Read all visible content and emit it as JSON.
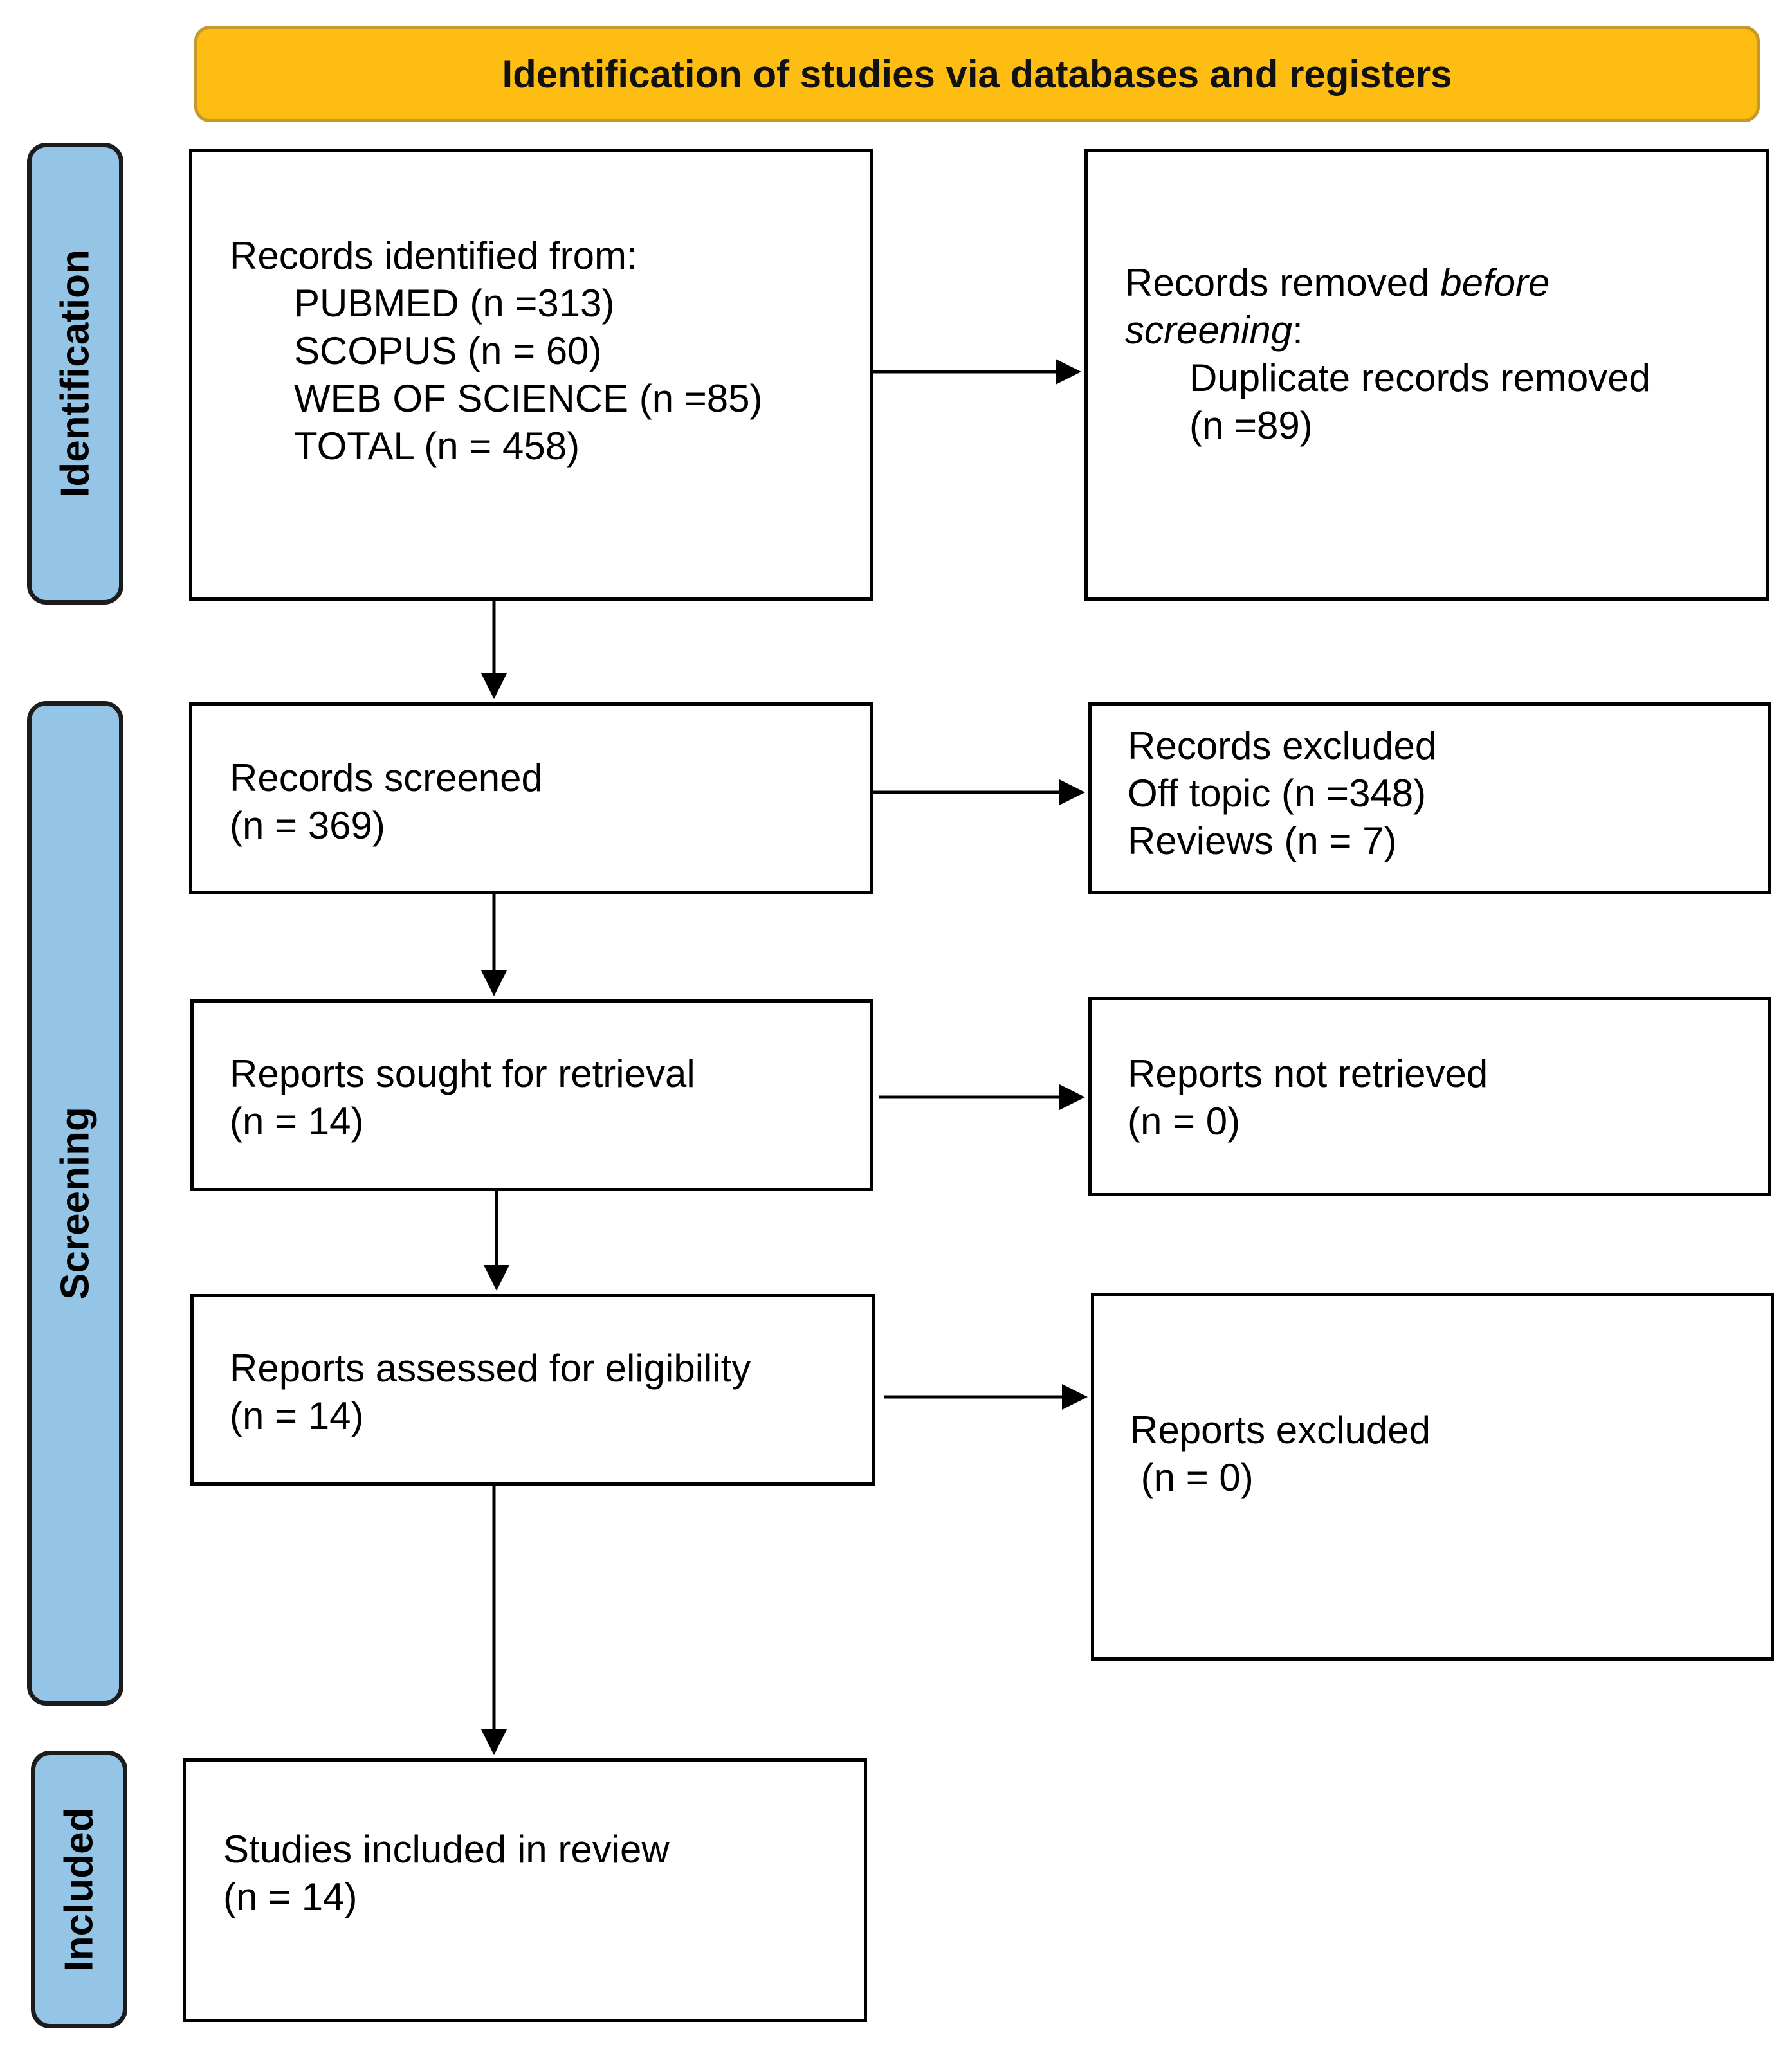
{
  "header": {
    "title": "Identification of studies via databases and registers"
  },
  "phases": {
    "identification": "Identification",
    "screening": "Screening",
    "included": "Included"
  },
  "boxes": {
    "records_identified": {
      "heading": "Records identified from:",
      "lines": [
        "PUBMED (n =313)",
        "SCOPUS (n = 60)",
        "WEB OF SCIENCE (n =85)",
        "TOTAL (n = 458)"
      ]
    },
    "records_removed": {
      "heading_part1": "Records removed ",
      "heading_italic": "before",
      "heading_line2_italic": "screening",
      "heading_line2_rest": ":",
      "lines": [
        "Duplicate records removed",
        "(n =89)"
      ]
    },
    "records_screened": {
      "lines": [
        "Records screened",
        "(n = 369)"
      ]
    },
    "records_excluded": {
      "lines": [
        "Records excluded",
        "Off topic (n =348)",
        "Reviews (n = 7)"
      ]
    },
    "reports_sought": {
      "lines": [
        "Reports sought for retrieval",
        "(n = 14)"
      ]
    },
    "reports_not_retrieved": {
      "lines": [
        "Reports not retrieved",
        "(n = 0)"
      ]
    },
    "reports_assessed": {
      "lines": [
        "Reports assessed for eligibility",
        "(n = 14)"
      ]
    },
    "reports_excluded": {
      "lines": [
        "Reports excluded",
        " (n = 0)"
      ]
    },
    "studies_included": {
      "lines": [
        "Studies included in review",
        "(n = 14)"
      ]
    }
  },
  "colors": {
    "header_fill": "#fdbd12",
    "phase_fill": "#94c5e6",
    "line": "#000000"
  }
}
